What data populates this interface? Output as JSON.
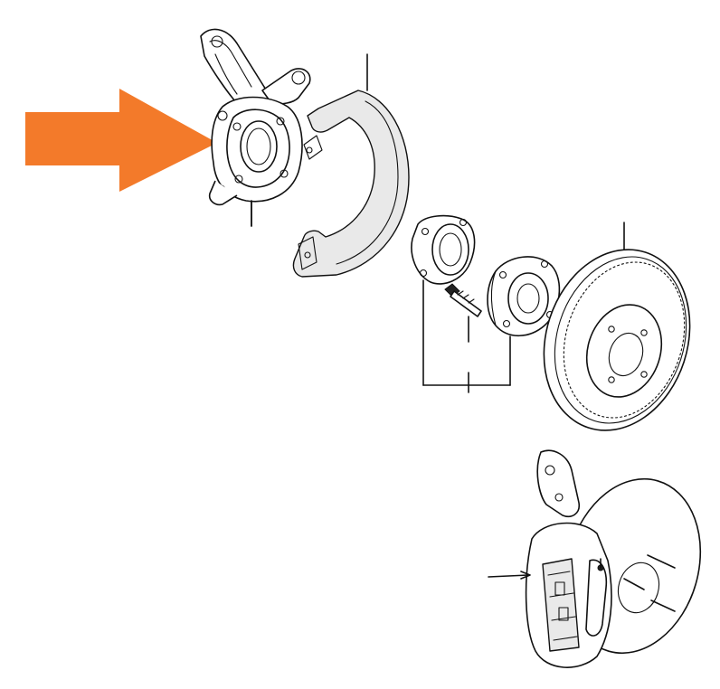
{
  "diagram": {
    "style": "exploded-view line drawing",
    "highlight_color": "#f37a2a",
    "line_color": "#111111",
    "background": "#ffffff",
    "parts": [
      {
        "id": "steering-knuckle",
        "highlighted": true
      },
      {
        "id": "dust-shield"
      },
      {
        "id": "wheel-bearing"
      },
      {
        "id": "wheel-hub"
      },
      {
        "id": "hub-bolt"
      },
      {
        "id": "brake-disc"
      },
      {
        "id": "brake-caliper"
      }
    ]
  }
}
